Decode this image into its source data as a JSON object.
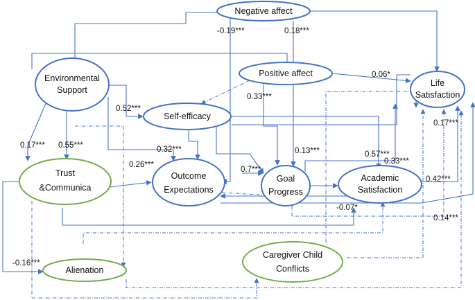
{
  "colors": {
    "blue": "#4472c4",
    "green": "#70ad47",
    "background": "#ffffff",
    "text": "#111111"
  },
  "nodes": {
    "negative_affect": {
      "label": "Negative affect",
      "color": "blue"
    },
    "positive_affect": {
      "label": "Positive affect",
      "color": "blue"
    },
    "environmental_support": {
      "line1": "Environmental",
      "line2": "Support",
      "color": "blue"
    },
    "self_efficacy": {
      "label": "Self-efficacy",
      "color": "blue"
    },
    "life_satisfaction": {
      "line1": "Life",
      "line2": "Satisfaction",
      "color": "blue"
    },
    "trust_communication": {
      "line1": "Trust",
      "line2": "&Communica",
      "color": "green"
    },
    "outcome_expectations": {
      "line1": "Outcome",
      "line2": "Expectations",
      "color": "blue"
    },
    "goal_progress": {
      "line1": "Goal",
      "line2": "Progress",
      "color": "blue"
    },
    "academic_satisfaction": {
      "line1": "Academic",
      "line2": "Satisfaction",
      "color": "blue"
    },
    "caregiver_child_conflicts": {
      "line1": "Caregiver Child",
      "line2": "Conflicts",
      "color": "green"
    },
    "alienation": {
      "label": "Alienation",
      "color": "green"
    }
  },
  "coefficients": {
    "neg_to_outcome": "-0.19***",
    "neg_to_goal": "0.18***",
    "pos_to_life": "0.06*",
    "env_to_self": "0.52***",
    "pos_to_goal": "0.33***",
    "env_to_trust": "0.17***",
    "env_to_trust_2": "0.55***",
    "self_to_outcome": "0.32***",
    "trust_to_outcome": "0.26***",
    "outcome_to_goal": "0.7***",
    "self_to_goal": "0.13***",
    "self_to_academic": "0.57***",
    "goal_to_life": "0.33***",
    "academic_to_life": "0.17***",
    "academic_to_life_2": "0.42***",
    "trust_to_academic": "-0.07*",
    "outcome_to_life": "0.14***",
    "trust_to_alienation": "-0.16***"
  }
}
